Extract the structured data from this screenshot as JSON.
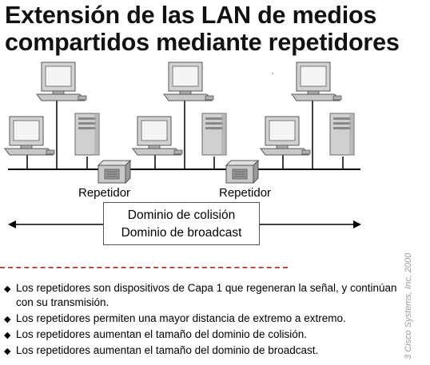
{
  "title": {
    "line1": "Extensión de las LAN de medios",
    "line2": "compartidos mediante repetidores"
  },
  "diagram": {
    "repeater_labels": [
      "Repetidor",
      "Repetidor"
    ],
    "domain_box": {
      "line1": "Dominio de colisión",
      "line2": "Dominio de broadcast"
    }
  },
  "bullets": [
    "Los repetidores son dispositivos de Capa 1 que regeneran la señal, y continúan con su transmisión.",
    "Los repetidores permiten una mayor distancia de extremo a extremo.",
    "Los repetidores aumentan el tamaño del dominio de colisión.",
    "Los repetidores aumentan el tamaño del dominio de broadcast."
  ],
  "copyright": "3 Cisco Systems, Inc. 2000",
  "colors": {
    "device_body": "#cfcfcf",
    "device_dark": "#8a8a8a",
    "screen": "#f4f4f4",
    "rule": "#b84a4a"
  }
}
